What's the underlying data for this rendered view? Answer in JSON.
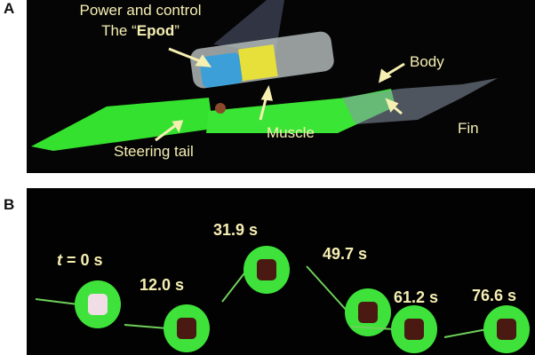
{
  "panel_a": {
    "label": "A",
    "annotations": {
      "power_line1": "Power and control",
      "power_line2_prefix": "The “",
      "power_line2_bold": "Epod",
      "power_line2_suffix": "”",
      "body": "Body",
      "muscle": "Muscle",
      "fin": "Fin",
      "steering_tail": "Steering tail"
    }
  },
  "panel_b": {
    "label": "B",
    "t_symbol": "t",
    "t0_rest": " = 0 s",
    "times": [
      "12.0 s",
      "31.9 s",
      "49.7 s",
      "61.2 s",
      "76.6 s"
    ]
  },
  "colors": {
    "annotation": "#f6efb2",
    "robot_green": "#3fe23a",
    "background": "#000000"
  }
}
